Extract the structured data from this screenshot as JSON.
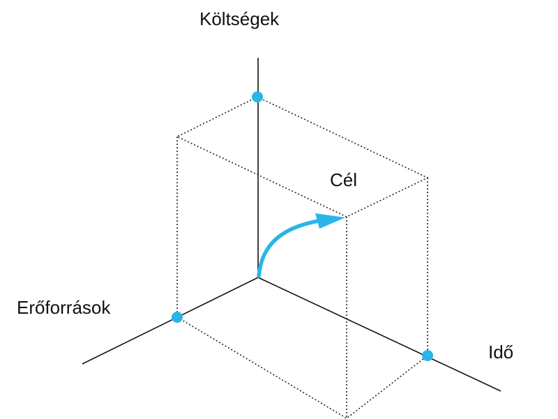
{
  "labels": {
    "costs": "Költségek",
    "goal": "Cél",
    "resources": "Erőforrások",
    "time": "Idő"
  },
  "colors": {
    "accent": "#29b5e8",
    "axis": "#111111",
    "dotted": "#222222"
  }
}
